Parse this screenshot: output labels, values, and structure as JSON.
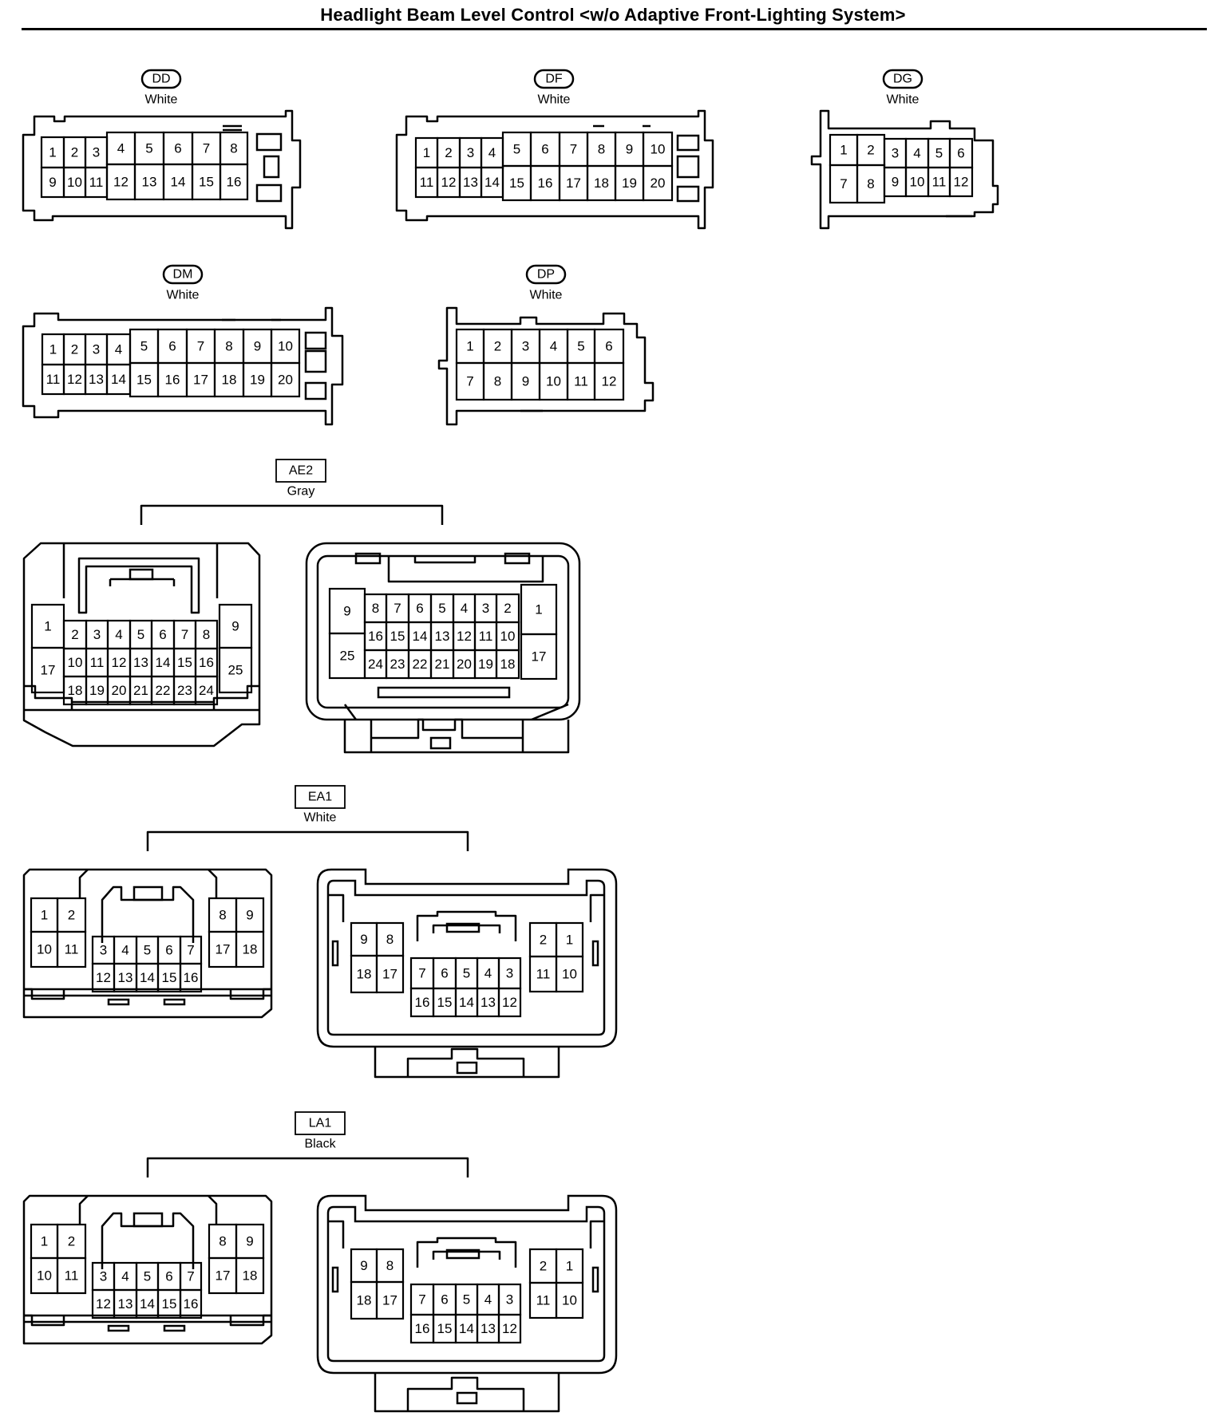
{
  "title": "Headlight Beam Level Control <w/o Adaptive Front-Lighting System>",
  "connectors": [
    {
      "code": "DD",
      "color": "White",
      "tag": "oval"
    },
    {
      "code": "DF",
      "color": "White",
      "tag": "oval"
    },
    {
      "code": "DG",
      "color": "White",
      "tag": "oval"
    },
    {
      "code": "DM",
      "color": "White",
      "tag": "oval"
    },
    {
      "code": "DP",
      "color": "White",
      "tag": "oval"
    },
    {
      "code": "AE2",
      "color": "Gray",
      "tag": "box"
    },
    {
      "code": "EA1",
      "color": "White",
      "tag": "box"
    },
    {
      "code": "LA1",
      "color": "Black",
      "tag": "box"
    }
  ]
}
